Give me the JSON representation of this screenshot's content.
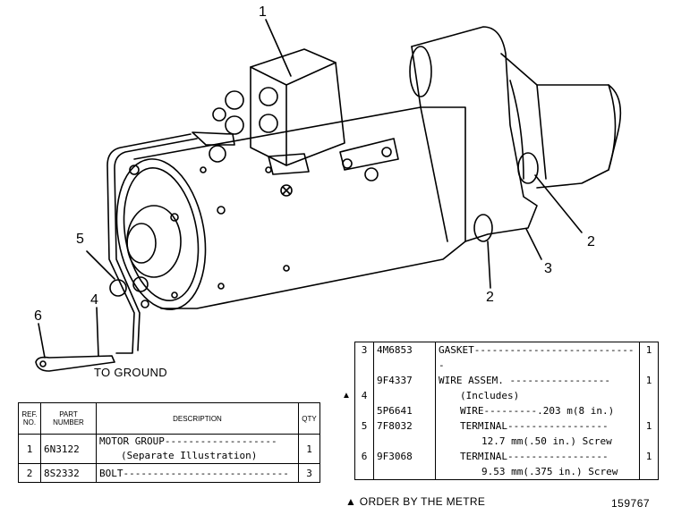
{
  "callouts": [
    "1",
    "2",
    "2",
    "3",
    "4",
    "5",
    "6"
  ],
  "ground_label": "TO GROUND",
  "left_table": {
    "headers": {
      "ref": "REF. NO.",
      "part": "PART NUMBER",
      "desc": "DESCRIPTION",
      "qty": "QTY"
    },
    "rows": [
      {
        "ref": "1",
        "part": "6N3122",
        "desc": "MOTOR GROUP-------------------",
        "desc2": "(Separate Illustration)",
        "qty": "1"
      },
      {
        "ref": "2",
        "part": "8S2332",
        "desc": "BOLT----------------------------",
        "qty": "3"
      }
    ]
  },
  "right_table": {
    "rows": [
      {
        "ref": "3",
        "part": "4M6853",
        "desc": "GASKET----------------------------",
        "qty": "1"
      },
      {
        "ref": "",
        "part": "9F4337",
        "desc": "WIRE ASSEM. -----------------",
        "qty": "1"
      },
      {
        "ref": "4",
        "part": "",
        "desc": "(Includes)",
        "qty": ""
      },
      {
        "ref": "",
        "part": "5P6641",
        "desc": "WIRE---------.203 m(8 in.)",
        "qty": ""
      },
      {
        "ref": "5",
        "part": "7F8032",
        "desc": "TERMINAL-----------------",
        "qty": "1"
      },
      {
        "ref": "",
        "part": "",
        "desc": "12.7 mm(.50 in.) Screw",
        "qty": ""
      },
      {
        "ref": "6",
        "part": "9F3068",
        "desc": "TERMINAL-----------------",
        "qty": "1"
      },
      {
        "ref": "",
        "part": "",
        "desc": "9.53 mm(.375 in.) Screw",
        "qty": ""
      }
    ],
    "marker": "▲"
  },
  "footnote": "▲ ORDER BY THE METRE",
  "doc_number": "159767"
}
